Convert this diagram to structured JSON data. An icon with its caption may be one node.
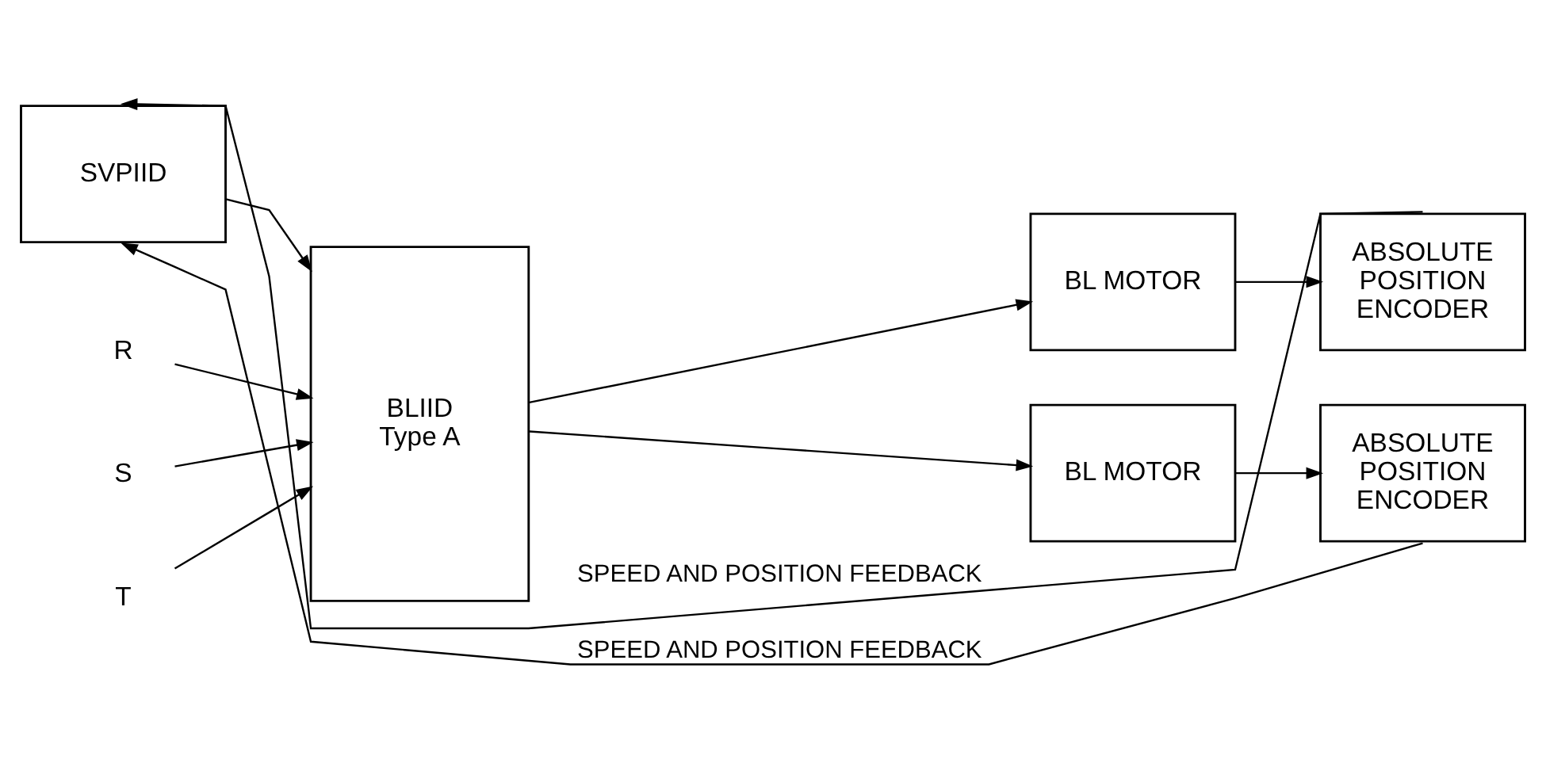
{
  "diagram": {
    "nodes": [
      {
        "text": [
          "SVPIID"
        ]
      },
      {
        "text": [
          "BLIID Type A"
        ]
      },
      {
        "text": [
          "BL MOTOR"
        ]
      },
      {
        "text": [
          "ABSOLUTE POSITION ENCODER"
        ]
      },
      {
        "text": [
          "BL MOTOR"
        ]
      },
      {
        "text": [
          "ABSOLUTE POSITION ENCODER"
        ]
      },
      {
        "text": [
          "R"
        ]
      },
      {
        "text": [
          "S"
        ]
      },
      {
        "text": [
          "T"
        ]
      }
    ],
    "edges": [
      {
        "from": 6,
        "to": 1,
        "arrow": "to"
      },
      {
        "from": 7,
        "to": 1,
        "arrow": "to"
      },
      {
        "from": 8,
        "to": 1,
        "arrow": "to"
      },
      {
        "from": 0,
        "to": 1,
        "arrow": "to"
      },
      {
        "from": 1,
        "to": 2,
        "arrow": "to"
      },
      {
        "from": 1,
        "to": 4,
        "arrow": "to"
      },
      {
        "from": 2,
        "to": 3,
        "arrow": "to"
      },
      {
        "from": 4,
        "to": 5,
        "arrow": "to"
      },
      {
        "from": 3,
        "to": 0,
        "arrow": "to",
        "label": "SPEED AND POSITION FEEDBACK"
      },
      {
        "from": 5,
        "to": 0,
        "arrow": "to",
        "label": "SPEED AND POSITION FEEDBACK"
      }
    ]
  }
}
